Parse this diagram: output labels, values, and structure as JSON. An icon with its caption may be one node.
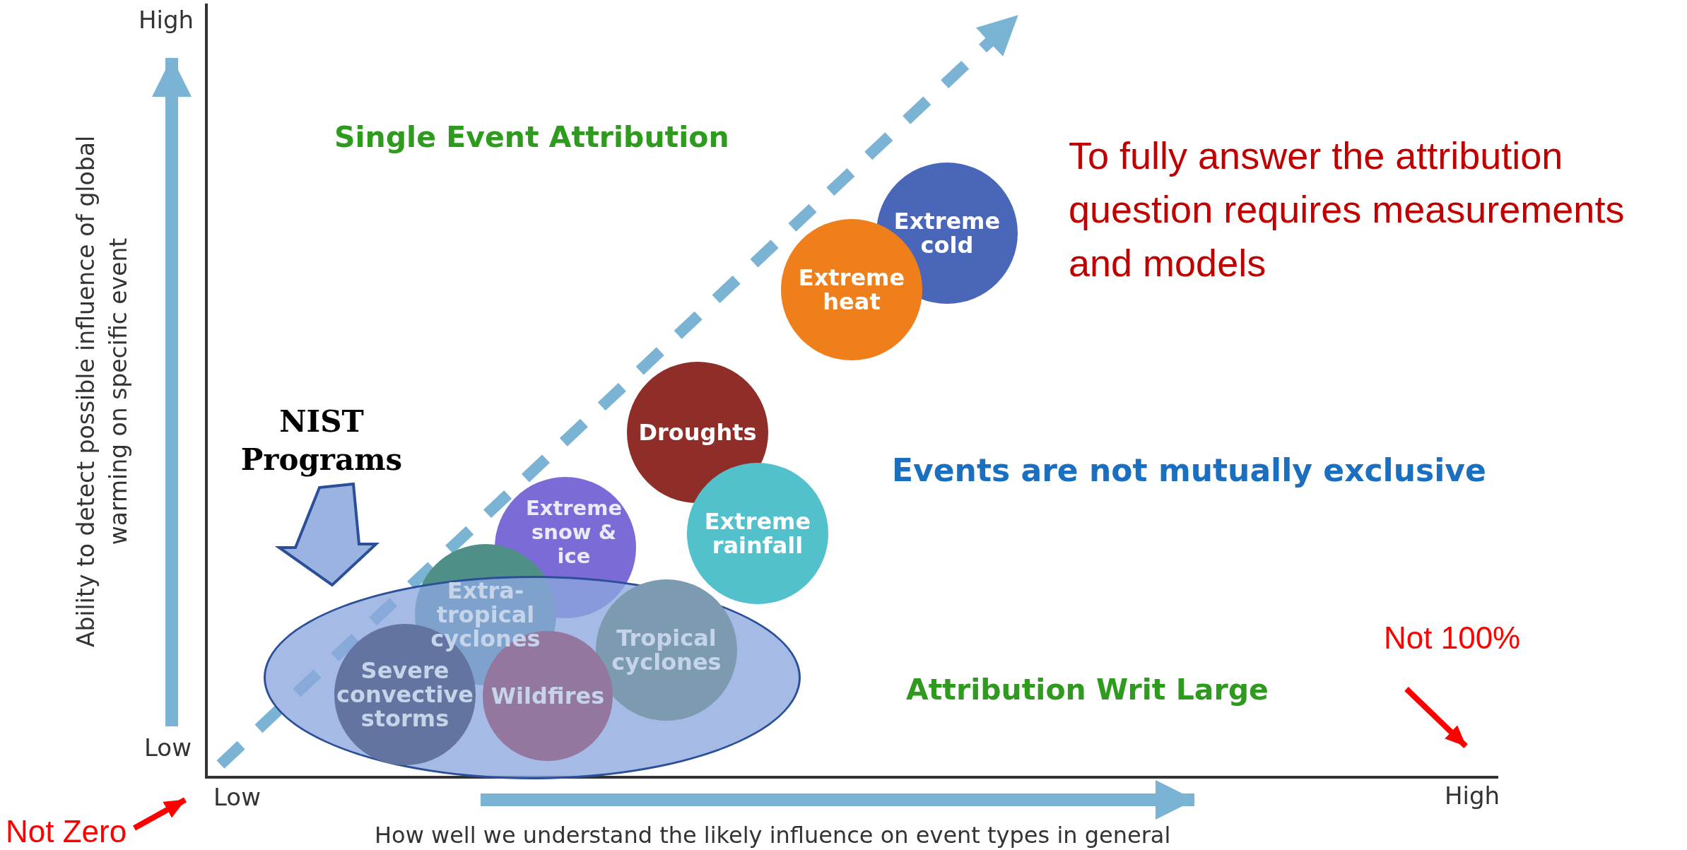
{
  "diagram": {
    "nodes": [
      {
        "text": [
          "Extreme cold"
        ]
      },
      {
        "text": [
          "Extreme heat"
        ]
      },
      {
        "text": [
          "Droughts"
        ]
      },
      {
        "text": [
          "Extreme rainfall"
        ]
      },
      {
        "text": [
          "Extreme snow & ice"
        ]
      },
      {
        "text": [
          "Extra-tropical cyclones"
        ]
      },
      {
        "text": [],
        "shape": "ellipse"
      },
      {
        "text": [
          "Tropical cyclones"
        ],
        "in": 6
      },
      {
        "text": [
          "Severe convective storms"
        ],
        "in": 6
      },
      {
        "text": [
          "Wildfires"
        ],
        "in": 6
      },
      {
        "text": [
          "NIST Programs"
        ]
      },
      {
        "text": [
          "Not Zero"
        ]
      },
      {
        "text": [
          "Not 100%"
        ]
      }
    ],
    "edges": [
      {
        "from": 10,
        "to": 6,
        "arrow": "to",
        "style": "thick"
      },
      {
        "from": 11,
        "to": null,
        "arrow": "to",
        "color": "#ff0000"
      },
      {
        "from": 12,
        "to": null,
        "arrow": "to",
        "color": "#ff0000"
      }
    ],
    "labels": [
      "High",
      "Single Event Attribution",
      "To fully answer the attribution question requires measurements and models",
      "Events are not mutually exclusive",
      "Ability to detect possible influence of global warming on specific event",
      "Attribution Writ Large",
      "Low",
      "Low",
      "High",
      "How well we understand the likely influence on event types in general"
    ]
  }
}
